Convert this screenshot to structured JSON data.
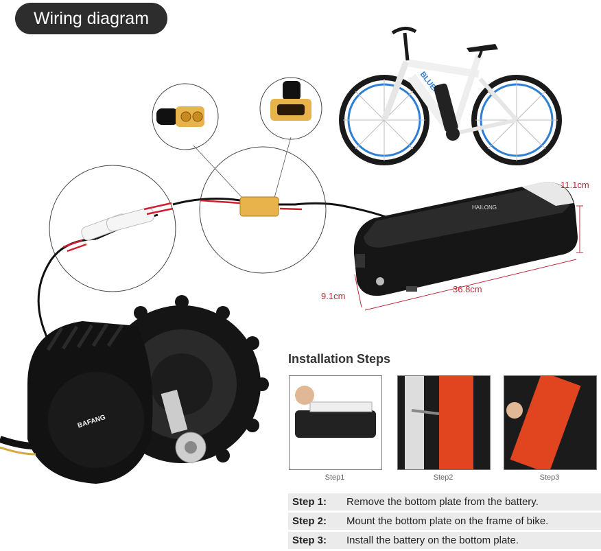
{
  "title": "Wiring diagram",
  "battery": {
    "brand": "HAILONG",
    "height_label": "11.1cm",
    "width_label": "9.1cm",
    "length_label": "36.8cm"
  },
  "bike": {
    "frame_text": "BLUENERGY"
  },
  "motor": {
    "brand": "BAFANG"
  },
  "installation": {
    "title": "Installation Steps",
    "photos": [
      {
        "caption": "Step1"
      },
      {
        "caption": "Step2"
      },
      {
        "caption": "Step3"
      }
    ],
    "steps": [
      {
        "label": "Step 1:",
        "text": "Remove the bottom plate from the battery."
      },
      {
        "label": "Step 2:",
        "text": "Mount the bottom plate on the frame of bike."
      },
      {
        "label": "Step 3:",
        "text": "Install the battery on the bottom plate."
      }
    ]
  },
  "colors": {
    "accent_red": "#c2283c",
    "connector_yellow": "#e8b34a",
    "dark": "#2d2d2d"
  }
}
